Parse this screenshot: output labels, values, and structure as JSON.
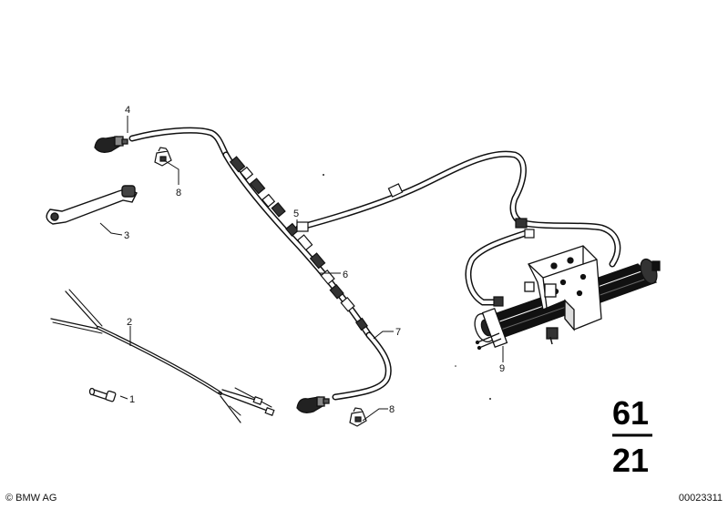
{
  "callouts": {
    "c1": "1",
    "c2": "2",
    "c3": "3",
    "c4": "4",
    "c5": "5",
    "c6": "6",
    "c7": "7",
    "c8a": "8",
    "c8b": "8",
    "c9": "9"
  },
  "group_number": {
    "main": "61",
    "sub": "21"
  },
  "footer": {
    "copyright": "© BMW AG",
    "drawing_id": "00023311"
  }
}
